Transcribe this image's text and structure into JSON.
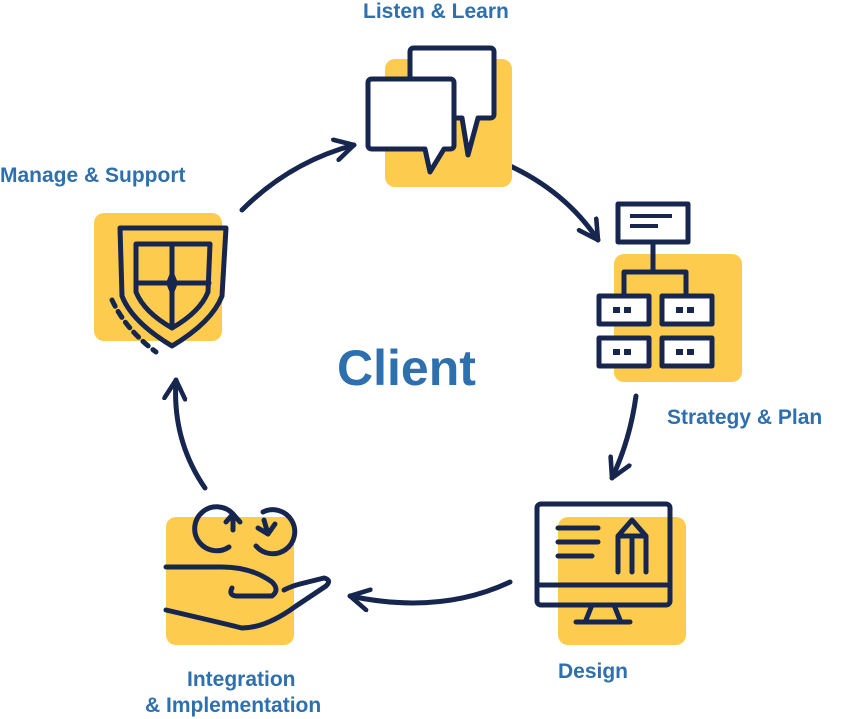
{
  "center": {
    "text": "Client"
  },
  "steps": [
    {
      "label": "Listen & Learn",
      "icon": "chat-bubbles-icon"
    },
    {
      "label": "Strategy & Plan",
      "icon": "org-chart-icon"
    },
    {
      "label": "Design",
      "icon": "monitor-design-icon"
    },
    {
      "label_line1": "Integration",
      "label_line2": "& Implementation",
      "icon": "hand-cycle-icon"
    },
    {
      "label": "Manage & Support",
      "icon": "shield-icon"
    }
  ],
  "colors": {
    "accent": "#fdcc4e",
    "stroke": "#16264f",
    "text": "#2e6fae",
    "background": "#ffffff"
  }
}
